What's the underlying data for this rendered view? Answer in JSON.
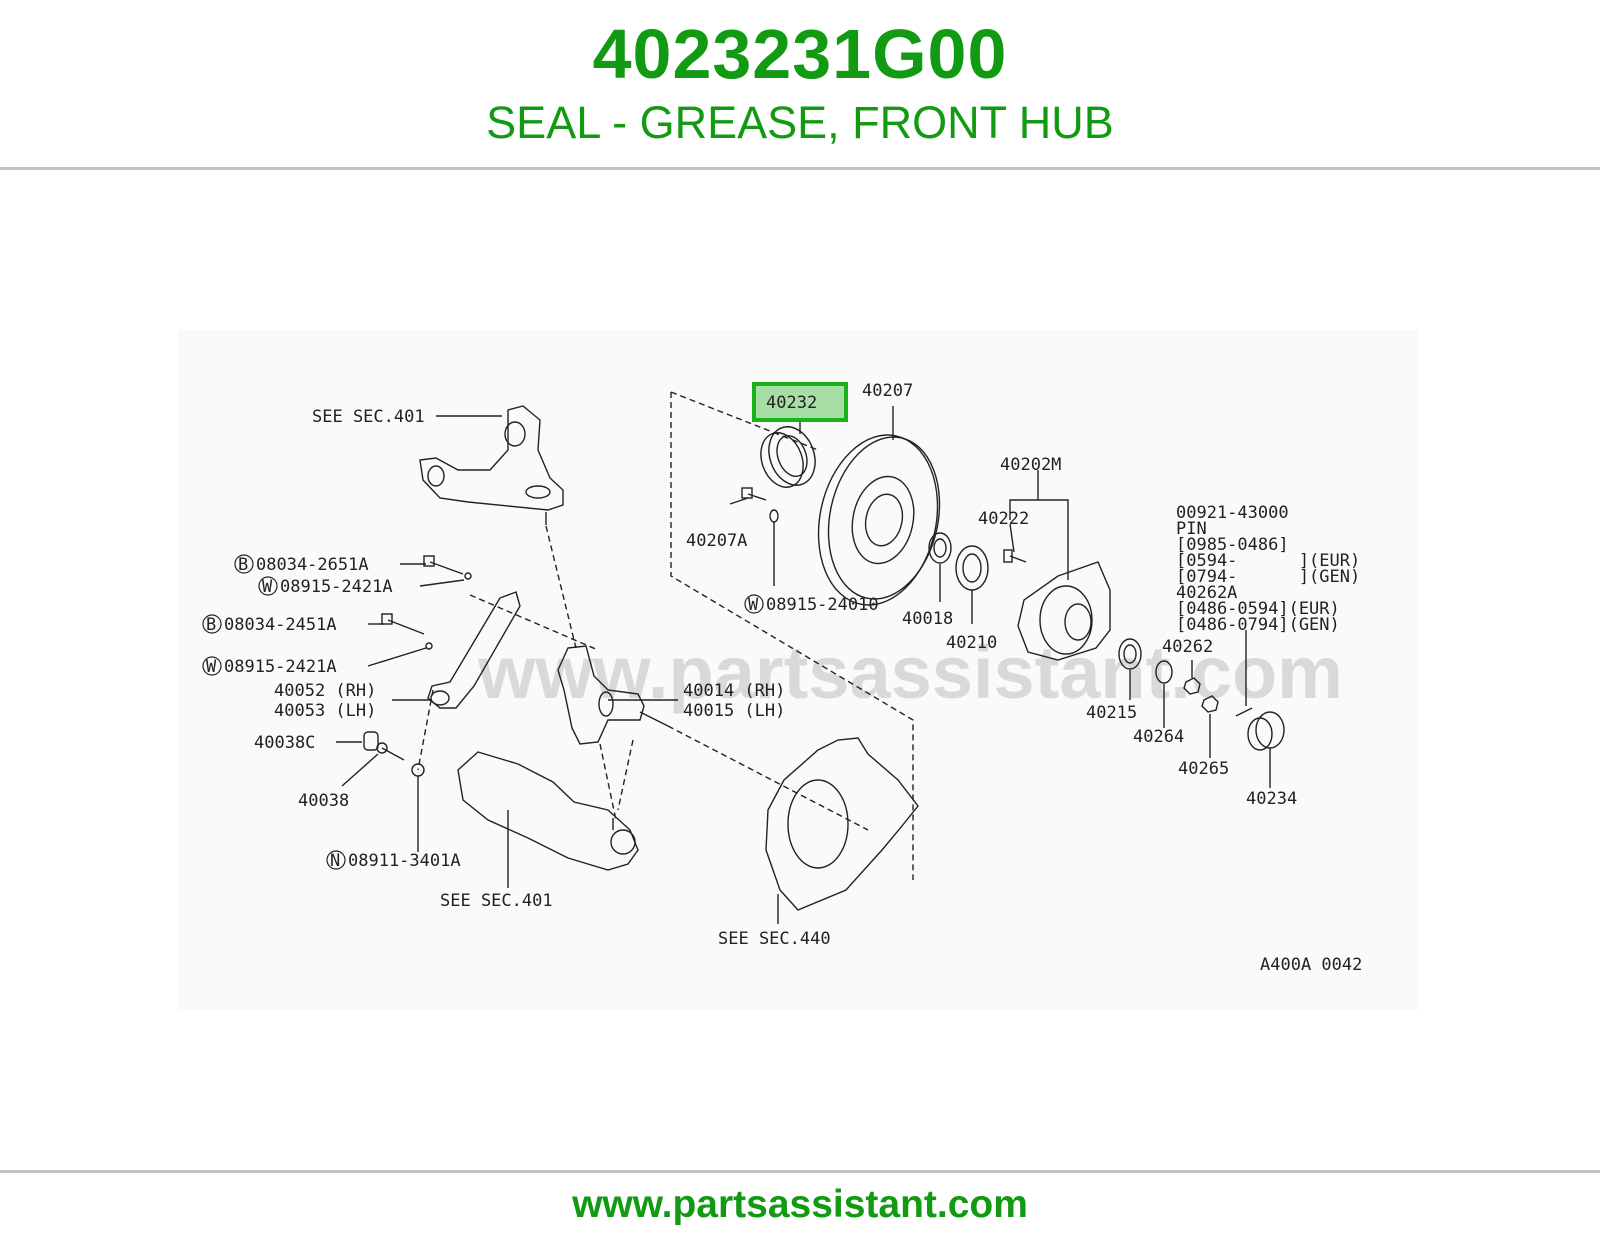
{
  "header": {
    "part_number": "4023231G00",
    "description": "SEAL - GREASE, FRONT HUB"
  },
  "diagram": {
    "highlighted_callout": "40232",
    "highlight_color": "#19b219",
    "highlight_fill": "#a6dea6",
    "watermark": "www.partsassistant.com",
    "drawing_code": "A400A 0042",
    "labels": {
      "see_sec_401_top": "SEE SEC.401",
      "bolt_b1": "08034-2651A",
      "washer_w1": "08915-2421A",
      "bolt_b2": "08034-2451A",
      "washer_w2": "08915-2421A",
      "p40052": "40052 (RH)",
      "p40053": "40053 (LH)",
      "p40038c": "40038C",
      "p40038": "40038",
      "nut_n": "08911-3401A",
      "see_sec_401_bottom": "SEE SEC.401",
      "p40014": "40014 (RH)",
      "p40015": "40015 (LH)",
      "p40207a": "40207A",
      "washer_w3": "08915-24010",
      "p40207": "40207",
      "p40018": "40018",
      "p40210": "40210",
      "see_sec_440": "SEE SEC.440",
      "p40202m": "40202M",
      "p40222": "40222",
      "p40215": "40215",
      "p40264": "40264",
      "p40262": "40262",
      "p40265": "40265",
      "p40234": "40234",
      "pin_block": [
        "00921-43000",
        "PIN",
        "[0985-0486]",
        "[0594-      ](EUR)",
        "[0794-      ](GEN)",
        "40262A",
        "[0486-0594](EUR)",
        "[0486-0794](GEN)"
      ],
      "prefix_b": "B",
      "prefix_w": "W",
      "prefix_n": "N"
    }
  },
  "footer": {
    "url": "www.partsassistant.com"
  }
}
